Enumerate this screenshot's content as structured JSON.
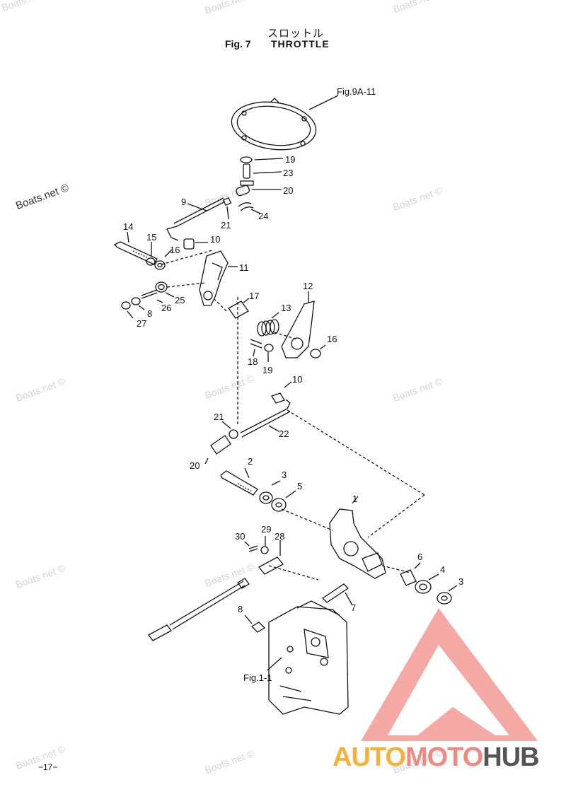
{
  "title": {
    "japanese": "スロットル",
    "fig": "Fig. 7",
    "name": "THROTTLE"
  },
  "page_number": "−17−",
  "watermark": "Boats.net ©",
  "logo": {
    "part1": "AUTO",
    "part2": "MOTO",
    "part3": "HUB",
    "colors": {
      "auto": "#f3b23c",
      "moto": "#f08a80",
      "hub": "#555555",
      "triangle": "#f29a94"
    }
  },
  "refs": {
    "top": "Fig.9A-11",
    "bottom": "Fig.1-1"
  },
  "callouts": {
    "c1": "1",
    "c2": "2",
    "c3a": "3",
    "c3b": "3",
    "c4": "4",
    "c5": "5",
    "c6": "6",
    "c7": "7",
    "c8a": "8",
    "c8b": "8",
    "c9": "9",
    "c10a": "10",
    "c10b": "10",
    "c11": "11",
    "c12": "12",
    "c13": "13",
    "c14": "14",
    "c15": "15",
    "c16a": "16",
    "c16b": "16",
    "c17": "17",
    "c18": "18",
    "c19a": "19",
    "c19b": "19",
    "c20a": "20",
    "c20b": "20",
    "c21a": "21",
    "c21b": "21",
    "c22": "22",
    "c23": "23",
    "c24": "24",
    "c25": "25",
    "c26": "26",
    "c27": "27",
    "c28": "28",
    "c29": "29",
    "c30": "30"
  }
}
